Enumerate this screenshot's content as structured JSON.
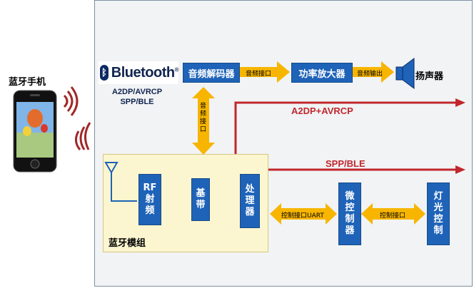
{
  "phone": {
    "label": "蓝牙手机"
  },
  "bluetooth": {
    "wordmark": "Bluetooth",
    "rune": "ᛒ",
    "reg": "®",
    "profile_line1": "A2DP/AVRCP",
    "profile_line2": "SPP/BLE"
  },
  "blocks": {
    "audio_decoder": "音频解码器",
    "power_amp": "功率放大器",
    "speaker": "扬声器",
    "rf": [
      "RF",
      "射",
      "频"
    ],
    "baseband": [
      "基",
      "带"
    ],
    "processor": [
      "处",
      "理",
      "器"
    ],
    "mcu": [
      "微",
      "控",
      "制",
      "器"
    ],
    "light": [
      "灯",
      "光",
      "控",
      "制"
    ]
  },
  "module": {
    "label": "蓝牙模组"
  },
  "arrow_labels": {
    "audio_interface": "音频接口",
    "audio_output": "音频输出",
    "audio_interface_vertical": "音频接口",
    "control_uart": "控制接口UART",
    "control_interface": "控制接口"
  },
  "lines": {
    "a2dp": "A2DP+AVRCP",
    "spp": "SPP/BLE"
  },
  "colors": {
    "block_blue": "#1e63b8",
    "arrow_yellow": "#f7b500",
    "line_red": "#c1272d",
    "module_fill": "#fbf6cf"
  }
}
